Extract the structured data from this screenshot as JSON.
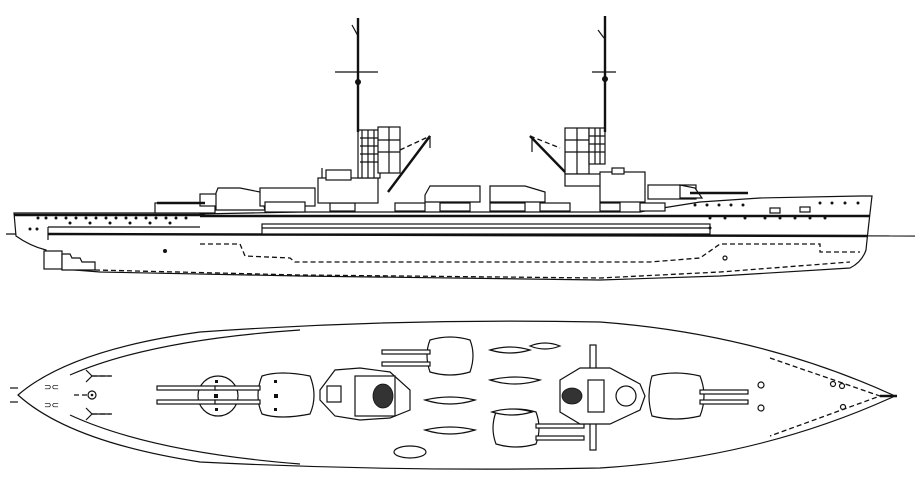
{
  "drawing": {
    "title": "",
    "background": "#ffffff",
    "line_color": "#111111",
    "views": [
      {
        "id": "side-profile",
        "label": "",
        "components": [
          "hull",
          "waterline",
          "armor-belt",
          "fore-mast",
          "main-mast",
          "fore-funnel",
          "aft-funnel",
          "boat-cranes",
          "main-turrets",
          "casemate-ports",
          "bridge",
          "rudder-propellers"
        ]
      },
      {
        "id": "plan-view",
        "label": "",
        "components": [
          "deck-outline",
          "bow-anchors",
          "fore-turret-a",
          "fore-turret-b",
          "fore-superstructure",
          "wing-turret-port",
          "wing-turret-starboard",
          "boats",
          "aft-superstructure",
          "aft-turret",
          "stern-fittings"
        ]
      }
    ],
    "text_labels": []
  }
}
